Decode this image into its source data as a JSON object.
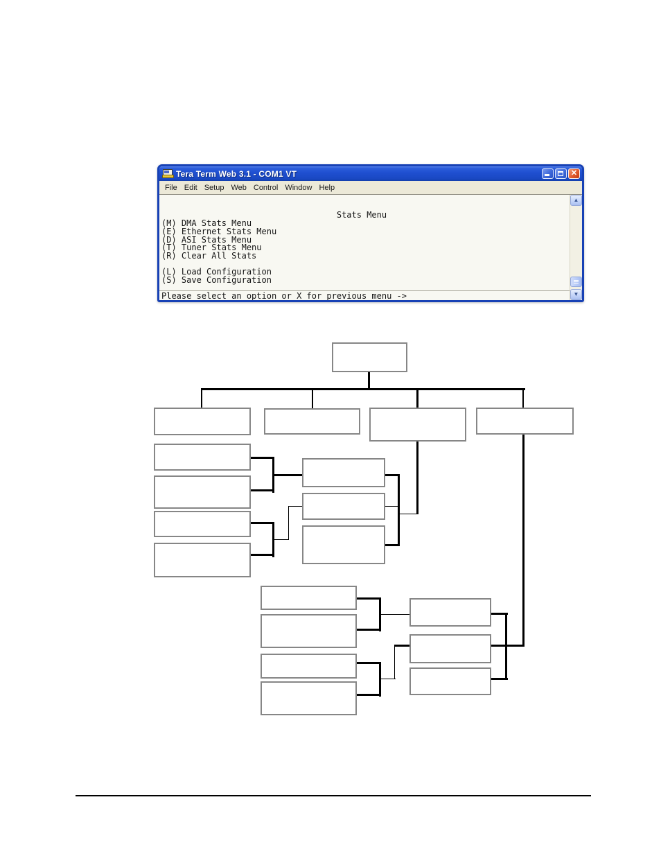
{
  "page": {
    "background_color": "#ffffff"
  },
  "terminal_window": {
    "title": "Tera Term Web 3.1 - COM1 VT",
    "titlebar_color": "#1f4fd0",
    "close_button_color": "#e05a2e",
    "close_glyph": "✕",
    "menu_items": [
      "File",
      "Edit",
      "Setup",
      "Web",
      "Control",
      "Window",
      "Help"
    ],
    "screen_lines": [
      "",
      "",
      "                                   Stats Menu",
      "(M) DMA Stats Menu",
      "(E) Ethernet Stats Menu",
      "(D) ASI Stats Menu",
      "(T) Tuner Stats Menu",
      "(R) Clear All Stats",
      "",
      "(L) Load Configuration",
      "(S) Save Configuration",
      "",
      "Please select an option or X for previous menu ->"
    ],
    "scrollbar": {
      "up_glyph": "▲",
      "down_glyph": "▼"
    }
  },
  "diagram": {
    "box_border_color": "#868686",
    "connector_color": "#000000",
    "box_count": 19,
    "labels": []
  }
}
